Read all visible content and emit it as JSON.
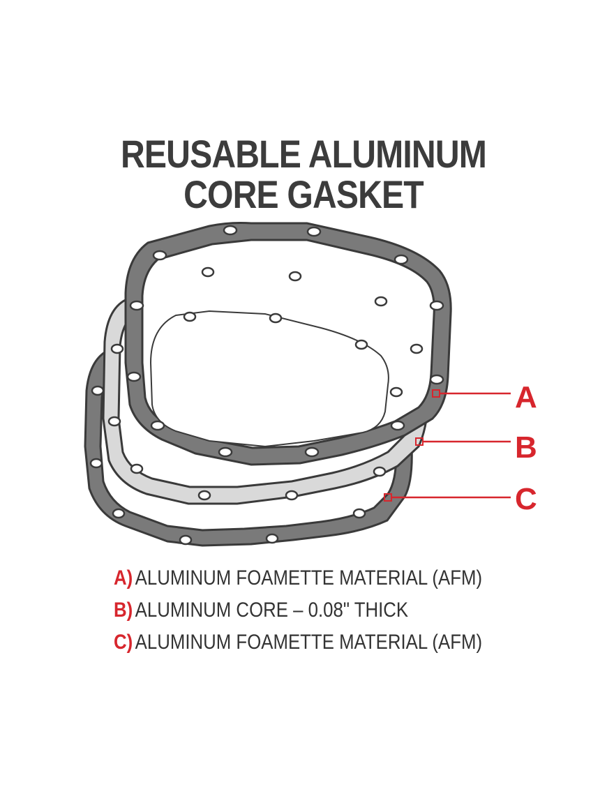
{
  "title": {
    "line1": "REUSABLE ALUMINUM",
    "line2": "CORE GASKET"
  },
  "callouts": [
    {
      "letter": "A"
    },
    {
      "letter": "B"
    },
    {
      "letter": "C"
    }
  ],
  "legend": [
    {
      "key": "A)",
      "text": "ALUMINUM FOAMETTE MATERIAL (AFM)"
    },
    {
      "key": "B)",
      "text": "ALUMINUM CORE – 0.08\" THICK"
    },
    {
      "key": "C)",
      "text": "ALUMINUM FOAMETTE MATERIAL (AFM)"
    }
  ],
  "colors": {
    "accent": "#d7262d",
    "title_text": "#3c3c3c",
    "gasket_dark": "#707070",
    "gasket_light": "#d9d9d9",
    "gasket_outline": "#3a3a3a"
  }
}
